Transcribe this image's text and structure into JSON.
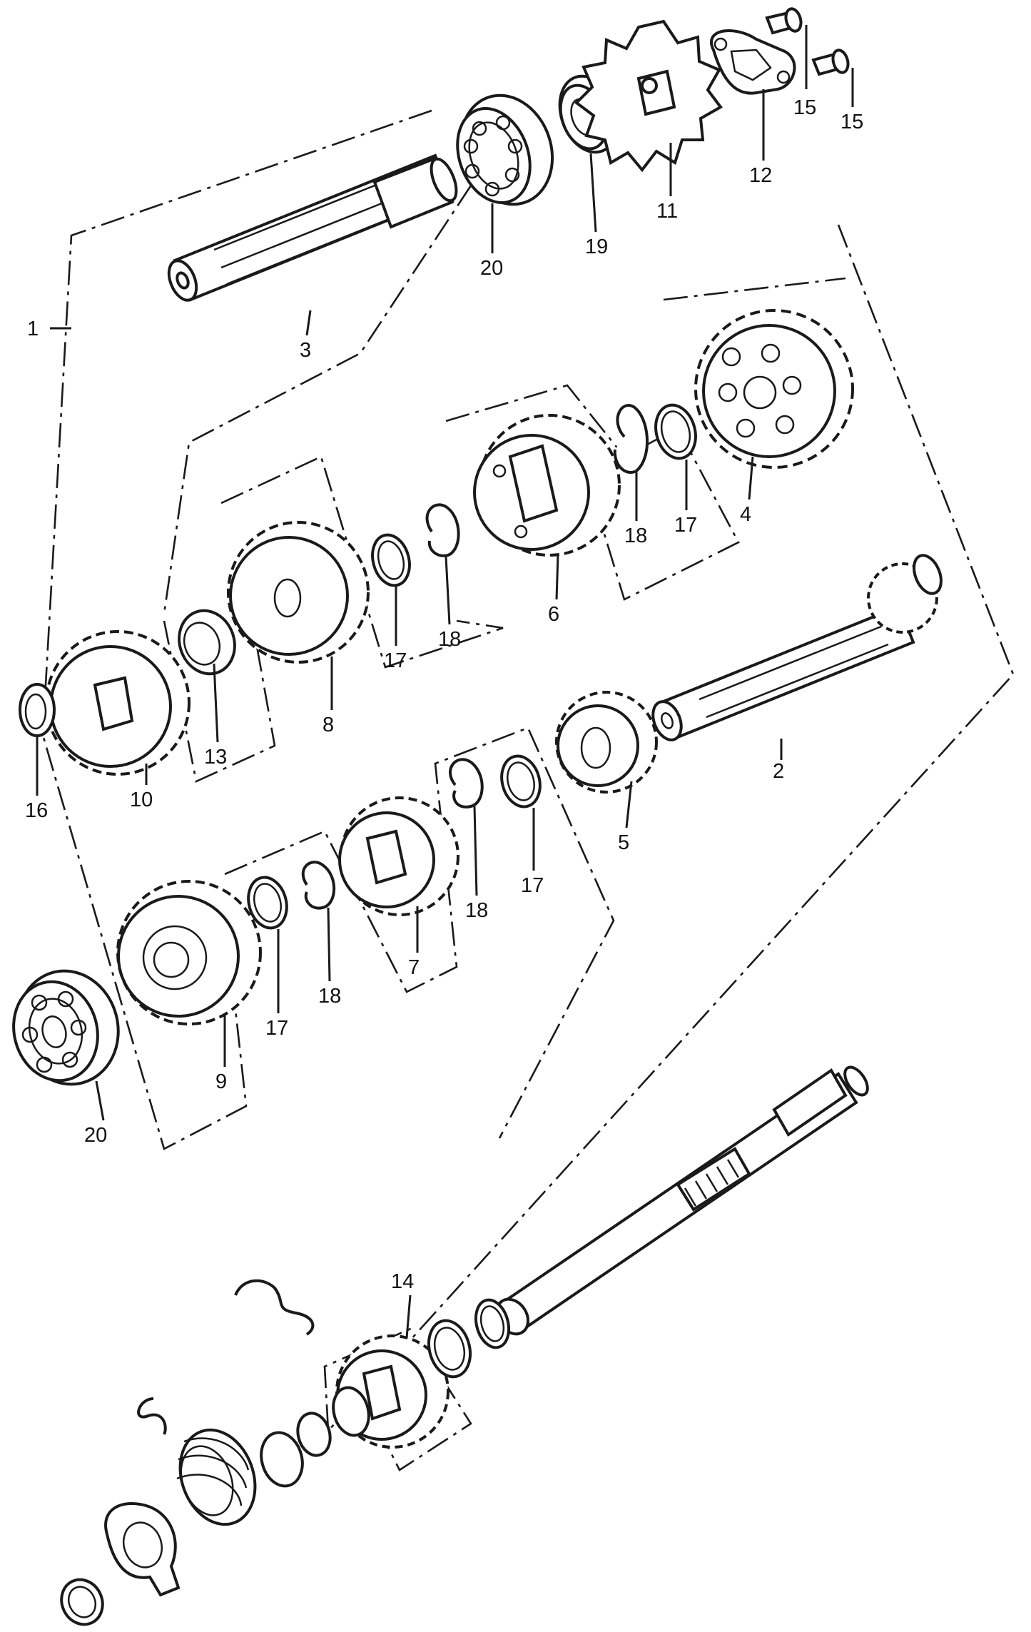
{
  "callouts": {
    "c1": "1",
    "c2": "2",
    "c3": "3",
    "c4": "4",
    "c5": "5",
    "c6": "6",
    "c7": "7",
    "c8": "8",
    "c9": "9",
    "c10": "10",
    "c11": "11",
    "c12": "12",
    "c13": "13",
    "c14": "14",
    "c15a": "15",
    "c15b": "15",
    "c16": "16",
    "c17a": "17",
    "c17b": "17",
    "c17c": "17",
    "c17d": "17",
    "c18a": "18",
    "c18b": "18",
    "c18c": "18",
    "c18d": "18",
    "c19": "19",
    "c20a": "20",
    "c20b": "20"
  }
}
